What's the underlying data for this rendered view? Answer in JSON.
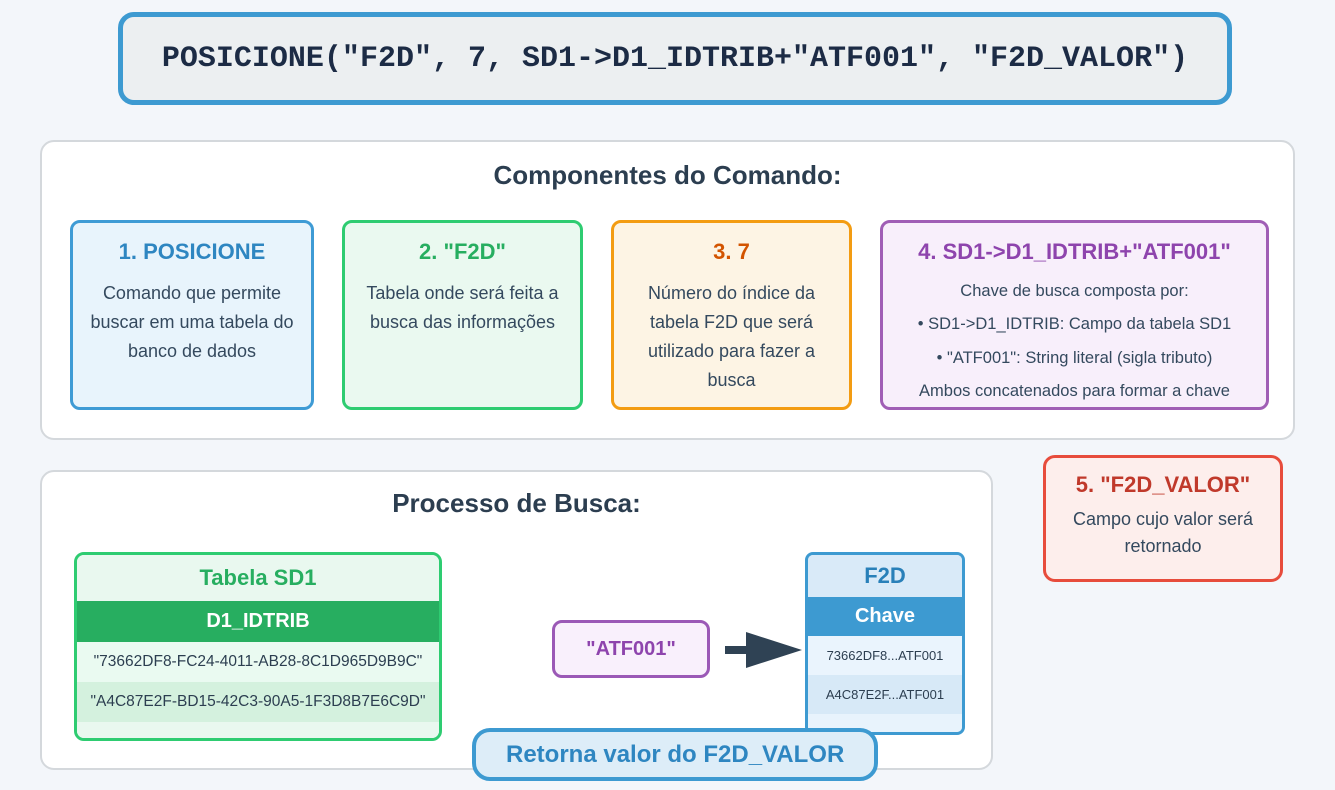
{
  "code_line": "POSICIONE(\"F2D\", 7, SD1->D1_IDTRIB+\"ATF001\", \"F2D_VALOR\")",
  "components": {
    "title": "Componentes do Comando:",
    "cards": [
      {
        "title": "1. POSICIONE",
        "body": "Comando que permite buscar em uma tabela do banco de dados",
        "accent": "#2e86c1"
      },
      {
        "title": "2. \"F2D\"",
        "body": "Tabela onde será feita a busca das informações",
        "accent": "#27ae60"
      },
      {
        "title": "3. 7",
        "body": "Número do índice da tabela F2D que será utilizado para fazer a busca",
        "accent": "#d35400"
      },
      {
        "title": "4. SD1->D1_IDTRIB+\"ATF001\"",
        "lines": [
          "Chave de busca composta por:",
          "• SD1->D1_IDTRIB: Campo da tabela SD1",
          "• \"ATF001\": String literal (sigla tributo)",
          "Ambos concatenados para formar a chave"
        ],
        "accent": "#8e44ad"
      }
    ]
  },
  "return_card": {
    "title": "5. \"F2D_VALOR\"",
    "body": "Campo cujo valor será retornado",
    "accent": "#c0392b"
  },
  "process": {
    "title": "Processo de Busca:",
    "sd1_table": {
      "title": "Tabela SD1",
      "header": "D1_IDTRIB",
      "rows": [
        "\"73662DF8-FC24-4011-AB28-8C1D965D9B9C\"",
        "\"A4C87E2F-BD15-42C3-90A5-1F3D8B7E6C9D\""
      ]
    },
    "key_literal": "\"ATF001\"",
    "arrow_icon": "arrow-right",
    "f2d_table": {
      "title": "F2D",
      "header": "Chave",
      "rows": [
        "73662DF8...ATF001",
        "A4C87E2F...ATF001"
      ]
    },
    "result_label": "Retorna valor do F2D_VALOR"
  },
  "colors": {
    "page_background": "#f3f6fa",
    "code_border": "#3d9ad1",
    "code_text": "#1c2b45",
    "blue": "#3e9bd5",
    "green": "#2ecc71",
    "green_dark": "#27ae60",
    "orange": "#f39c12",
    "orange_dark": "#d35400",
    "purple": "#9b59b6",
    "red": "#e74c3c",
    "dark_text": "#34495e",
    "heading_text": "#2c3e50",
    "arrow": "#2f4254"
  }
}
